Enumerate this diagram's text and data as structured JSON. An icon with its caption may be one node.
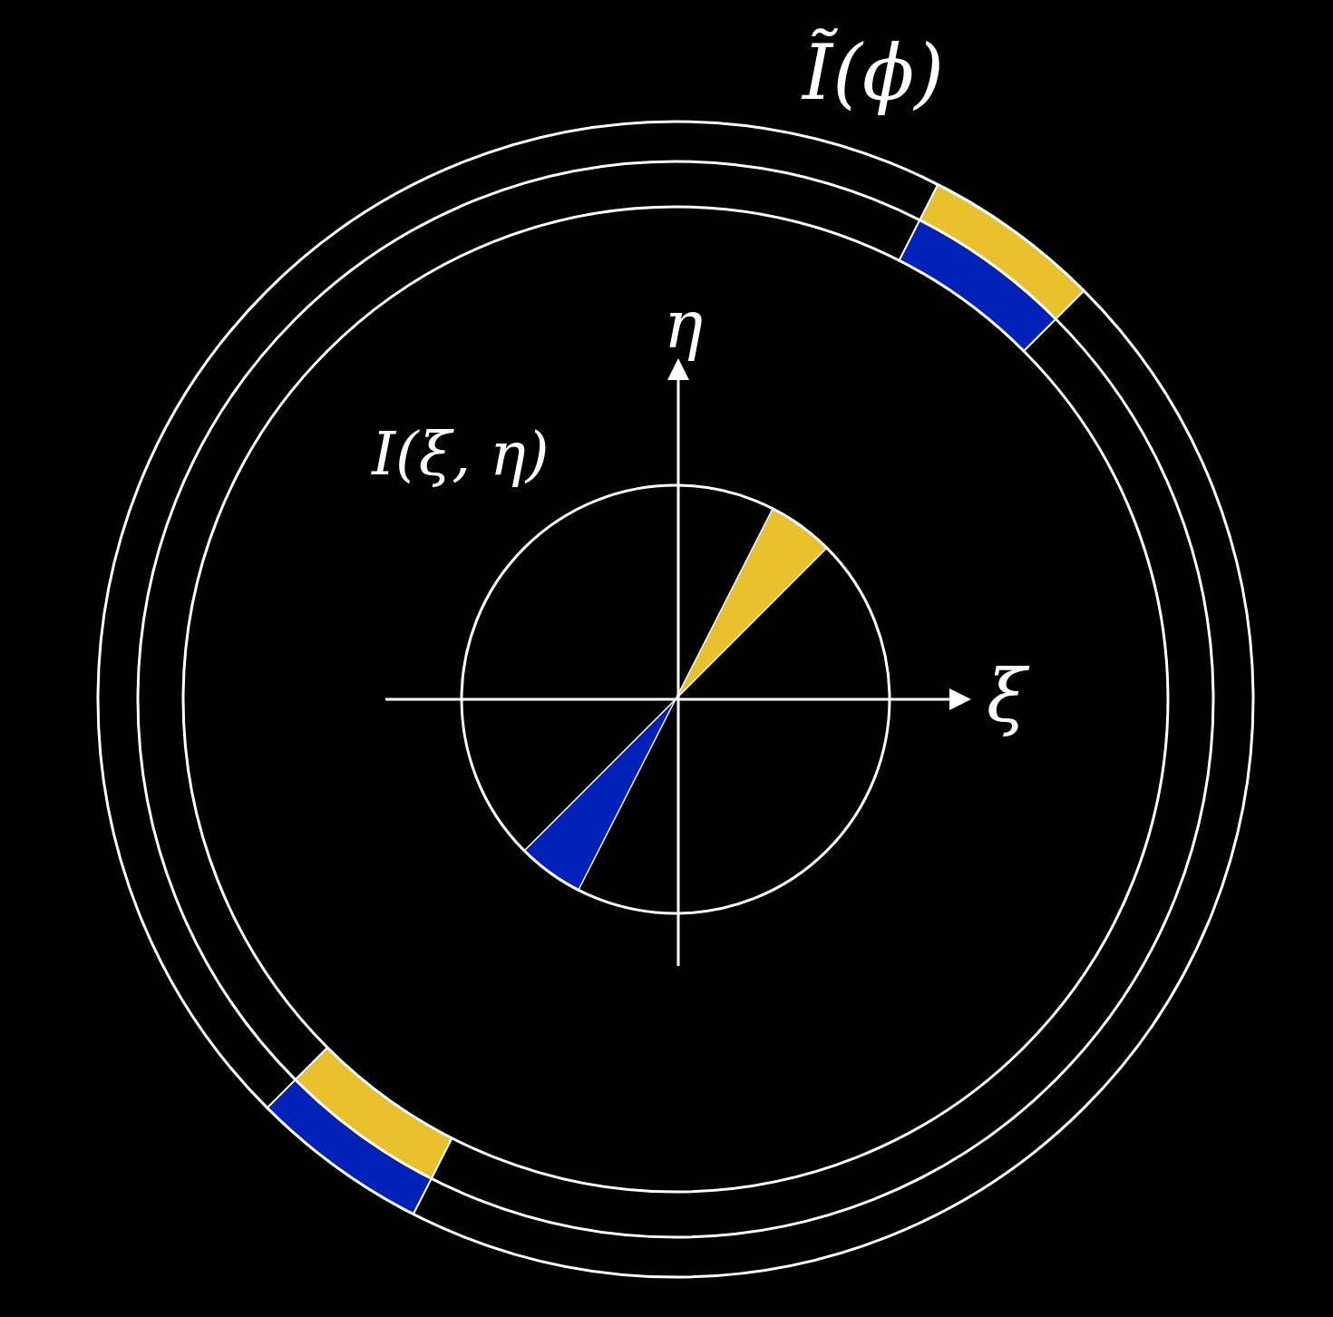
{
  "diagram": {
    "labels": [
      "Ĩ(ϕ)",
      "η",
      "I(ξ, η)",
      "ξ"
    ]
  }
}
